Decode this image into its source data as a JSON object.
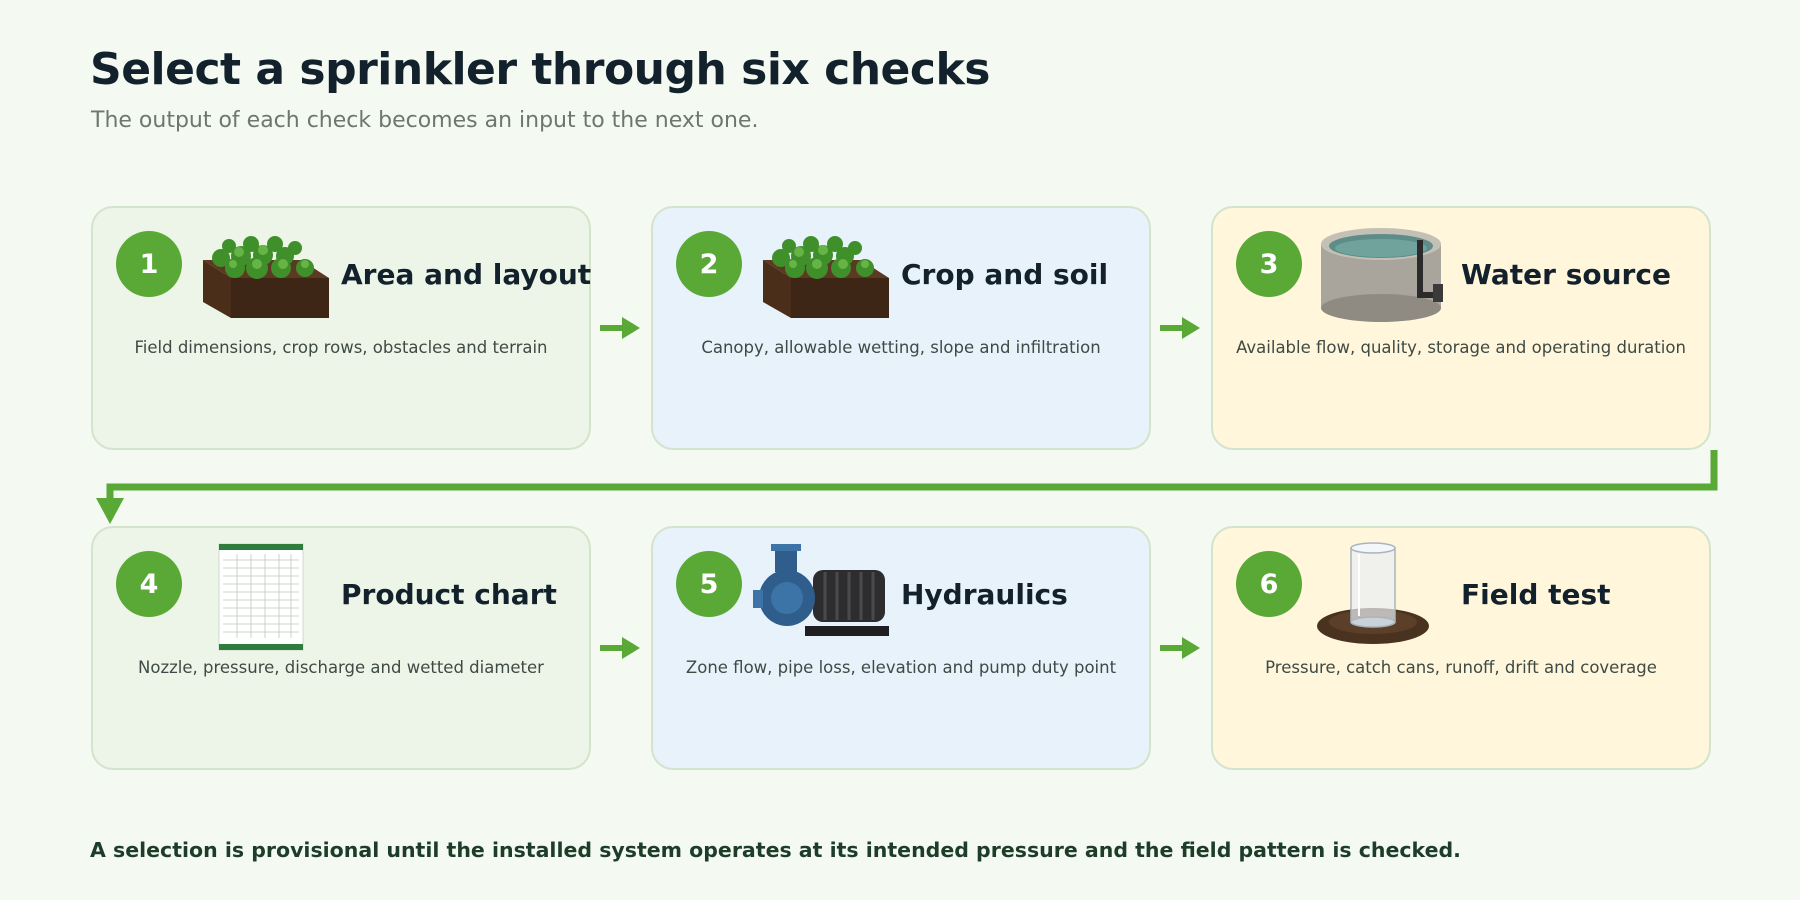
{
  "header": {
    "title": "Select a sprinkler through six checks",
    "subtitle": "The output of each check becomes an input to the next one."
  },
  "steps": [
    {
      "number": "1",
      "title": "Area and layout",
      "description": "Field dimensions, crop rows, obstacles and terrain",
      "icon": "soil-plants-icon",
      "color": "#ecf5e7"
    },
    {
      "number": "2",
      "title": "Crop and soil",
      "description": "Canopy, allowable wetting, slope and infiltration",
      "icon": "soil-plants-icon",
      "color": "#e7f2fb"
    },
    {
      "number": "3",
      "title": "Water source",
      "description": "Available flow, quality, storage and operating duration",
      "icon": "water-tank-icon",
      "color": "#fff6dc"
    },
    {
      "number": "4",
      "title": "Product chart",
      "description": "Nozzle, pressure, discharge and wetted diameter",
      "icon": "chart-sheet-icon",
      "color": "#ecf5e7"
    },
    {
      "number": "5",
      "title": "Hydraulics",
      "description": "Zone flow, pipe loss, elevation and pump duty point",
      "icon": "water-pump-icon",
      "color": "#e7f2fb"
    },
    {
      "number": "6",
      "title": "Field test",
      "description": "Pressure, catch cans, runoff, drift and coverage",
      "icon": "catch-can-icon",
      "color": "#fff6dc"
    }
  ],
  "footer": {
    "note": "A selection is provisional until the installed system operates at its intended pressure and the field pattern is checked."
  },
  "colors": {
    "accent": "#5aa936",
    "background": "#f4f9f1"
  }
}
